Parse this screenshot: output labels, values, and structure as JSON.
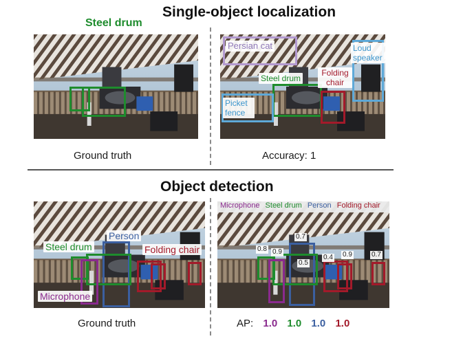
{
  "colors": {
    "green": "#1e8c2d",
    "blue": "#3b5fa0",
    "lightblue": "#5ea9d8",
    "red": "#a31a2a",
    "purple": "#8a2a8e",
    "lavender": "#b39ad0"
  },
  "top": {
    "title": "Single-object localization",
    "left": {
      "label": "Steel drum",
      "caption": "Ground truth"
    },
    "right": {
      "caption": "Accuracy: 1",
      "labels": {
        "persian_cat": "Persian cat",
        "loud_speaker": "Loud speaker",
        "steel_drum": "Steel drum",
        "folding_chair": "Folding chair",
        "picket_fence": "Picket fence"
      }
    }
  },
  "bottom": {
    "title": "Object detection",
    "left": {
      "caption": "Ground truth",
      "labels": {
        "person": "Person",
        "steel_drum": "Steel drum",
        "folding_chair": "Folding chair",
        "microphone": "Microphone"
      }
    },
    "right": {
      "legend": [
        "Microphone",
        "Steel drum",
        "Person",
        "Folding chair"
      ],
      "scores": {
        "s07_top": "0.7",
        "s08": "0.8",
        "s09_left": "0.9",
        "s05": "0.5",
        "s04": "0.4",
        "s09_right": "0.9",
        "s07_right": "0.7"
      },
      "ap_label": "AP:",
      "ap_values": [
        "1.0",
        "1.0",
        "1.0",
        "1.0"
      ]
    }
  }
}
